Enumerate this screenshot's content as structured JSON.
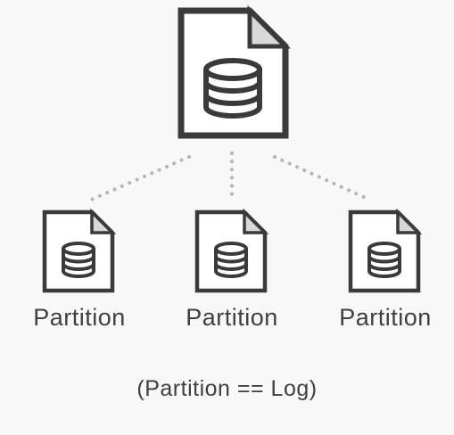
{
  "diagram": {
    "partitions": [
      {
        "label": "Partition"
      },
      {
        "label": "Partition"
      },
      {
        "label": "Partition"
      }
    ],
    "caption": "(Partition == Log)"
  },
  "colors": {
    "background": "#f8f8f8",
    "stroke": "#3a3a3a",
    "fold_fill": "#d9d9d9",
    "connector": "#b5b5b5",
    "text": "#3f3f3f"
  },
  "icons": {
    "main": "database-file-icon",
    "partition": "database-file-icon"
  }
}
